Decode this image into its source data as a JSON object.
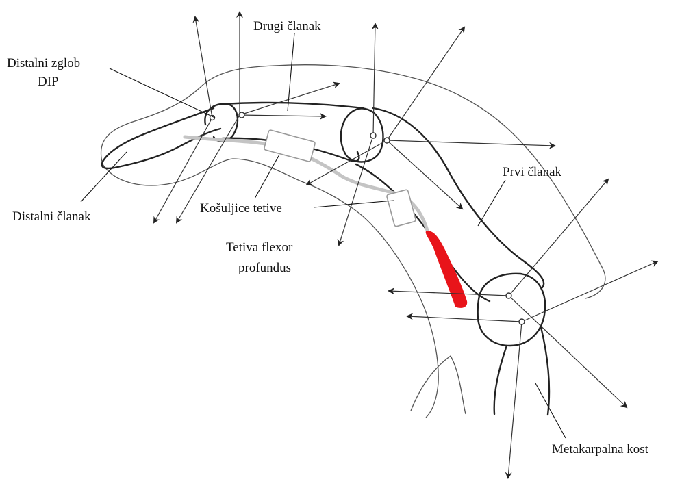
{
  "labels": {
    "distal_joint_line1": "Distalni  zglob",
    "distal_joint_line2": "DIP",
    "middle_phalanx": "Drugi članak",
    "distal_phalanx": "Distalni članak",
    "tendon_sheaths": "Košuljice tetive",
    "tendon_line1": "Tetiva flexor",
    "tendon_line2": "profundus",
    "proximal_phalanx": "Prvi članak",
    "metacarpal": "Metakarpalna kost"
  },
  "colors": {
    "muscle": "#e8141a",
    "tendon": "#c4c4c4",
    "bone_outline": "#222222",
    "skin_outline": "#555555"
  }
}
